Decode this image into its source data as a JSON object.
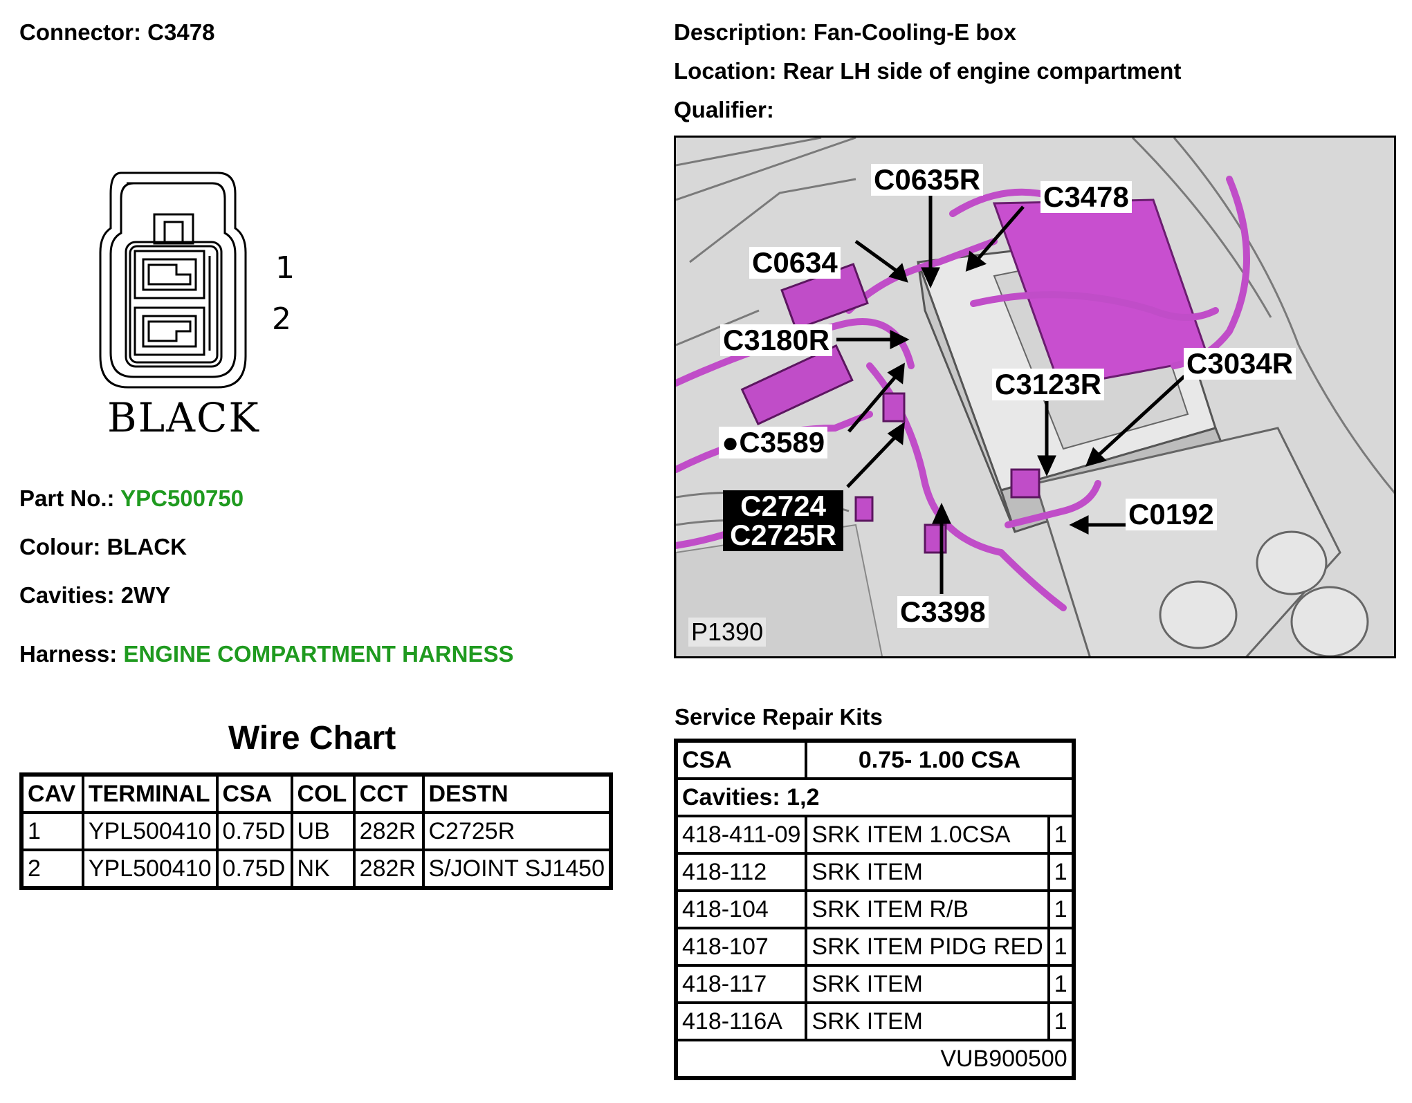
{
  "header": {
    "connector_label": "Connector:",
    "connector_value": "C3478",
    "description_label": "Description:",
    "description_value": "Fan-Cooling-E box",
    "location_label": "Location:",
    "location_value": "Rear LH side of engine compartment",
    "qualifier_label": "Qualifier:"
  },
  "connector": {
    "cavity_numbers": [
      "1",
      "2"
    ],
    "colour_label": "BLACK"
  },
  "details": {
    "part_label": "Part No.:",
    "part_value": "YPC500750",
    "colour_label": "Colour:",
    "colour_value": "BLACK",
    "cavities_label": "Cavities:",
    "cavities_value": "2WY",
    "harness_label": "Harness:",
    "harness_value": "ENGINE COMPARTMENT HARNESS"
  },
  "wire_chart": {
    "title": "Wire Chart",
    "columns": [
      "CAV",
      "TERMINAL",
      "CSA",
      "COL",
      "CCT",
      "DESTN"
    ],
    "rows": [
      [
        "1",
        "YPL500410",
        "0.75D",
        "UB",
        "282R",
        "C2725R"
      ],
      [
        "2",
        "YPL500410",
        "0.75D",
        "NK",
        "282R",
        "S/JOINT SJ1450"
      ]
    ]
  },
  "figure": {
    "callouts": [
      "C0635R",
      "C3478",
      "C0634",
      "C3180R",
      "C3123R",
      "C3034R",
      "●C3589",
      "C0192",
      "C3398"
    ],
    "dark_callout_lines": [
      "C2724",
      "C2725R"
    ],
    "figure_id": "P1390"
  },
  "service_kits": {
    "title": "Service Repair Kits",
    "csa_label": "CSA",
    "csa_value": "0.75- 1.00 CSA",
    "cavities": "Cavities: 1,2",
    "items": [
      [
        "418-411-09",
        "SRK ITEM 1.0CSA",
        "1"
      ],
      [
        "418-112",
        "SRK ITEM",
        "1"
      ],
      [
        "418-104",
        "SRK ITEM R/B",
        "1"
      ],
      [
        "418-107",
        "SRK ITEM PIDG RED",
        "1"
      ],
      [
        "418-117",
        "SRK ITEM",
        "1"
      ],
      [
        "418-116A",
        "SRK ITEM",
        "1"
      ]
    ],
    "footer_code": "VUB900500"
  },
  "colors": {
    "accent_green": "#1f9a1f",
    "harness_magenta": "#c04dc8"
  }
}
